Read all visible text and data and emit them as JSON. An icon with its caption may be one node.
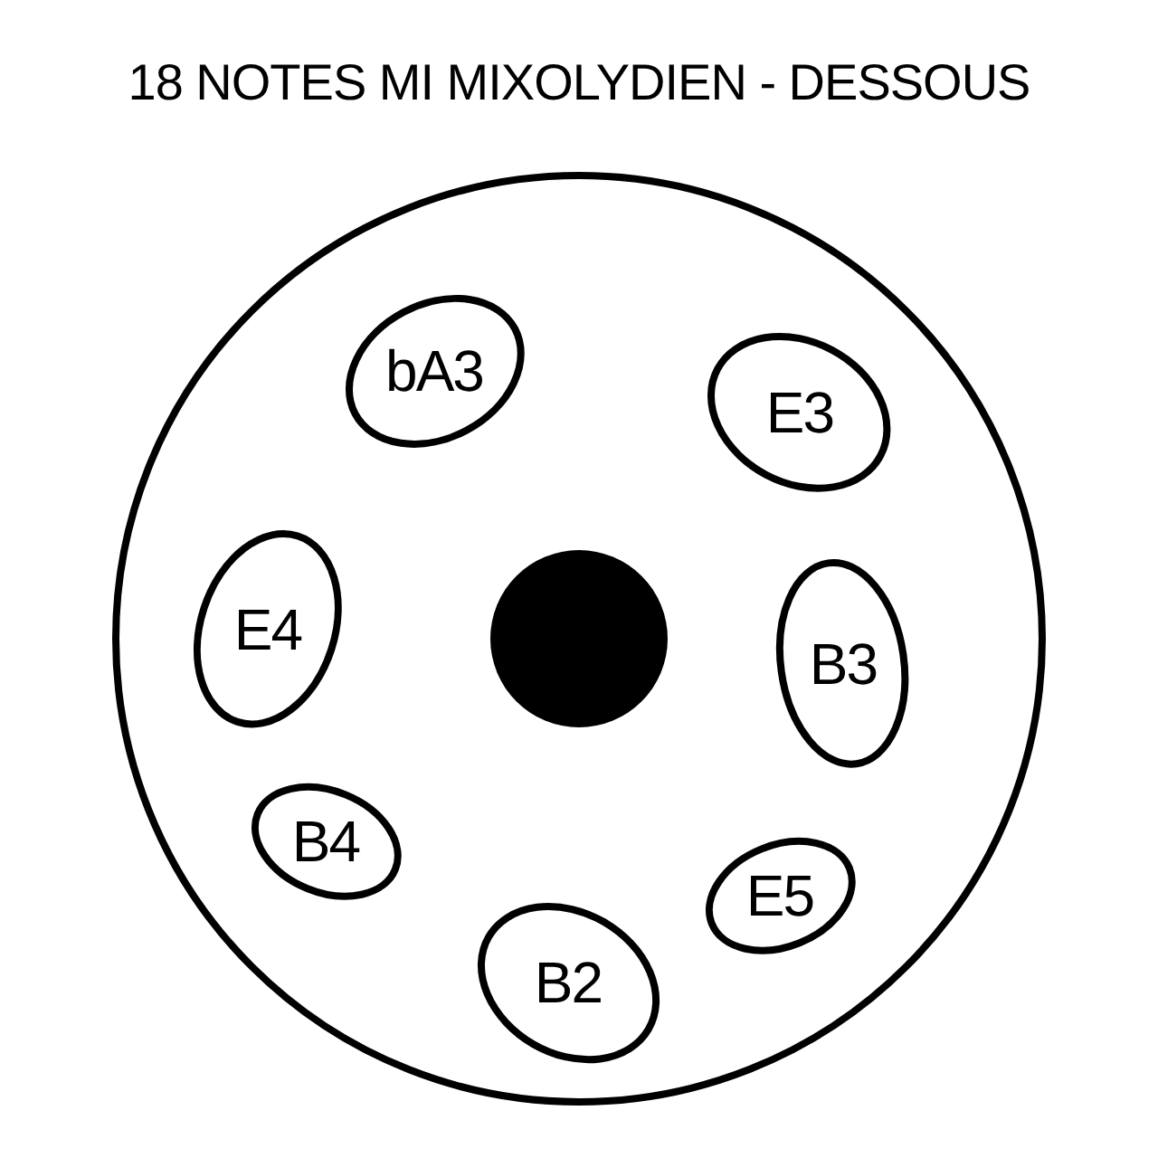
{
  "diagram": {
    "title": "18 NOTES MI MIXOLYDIEN - DESSOUS",
    "nodes": [
      {
        "text": [],
        "shape": "circle"
      },
      {
        "text": [
          "bA3"
        ],
        "in": 0
      },
      {
        "text": [
          "E3"
        ],
        "in": 0
      },
      {
        "text": [
          "E4"
        ],
        "in": 0
      },
      {
        "text": [],
        "shape": "dot",
        "in": 0
      },
      {
        "text": [
          "B3"
        ],
        "in": 0
      },
      {
        "text": [
          "B4"
        ],
        "in": 0
      },
      {
        "text": [
          "E5"
        ],
        "in": 0
      },
      {
        "text": [
          "B2"
        ],
        "in": 0
      }
    ]
  }
}
